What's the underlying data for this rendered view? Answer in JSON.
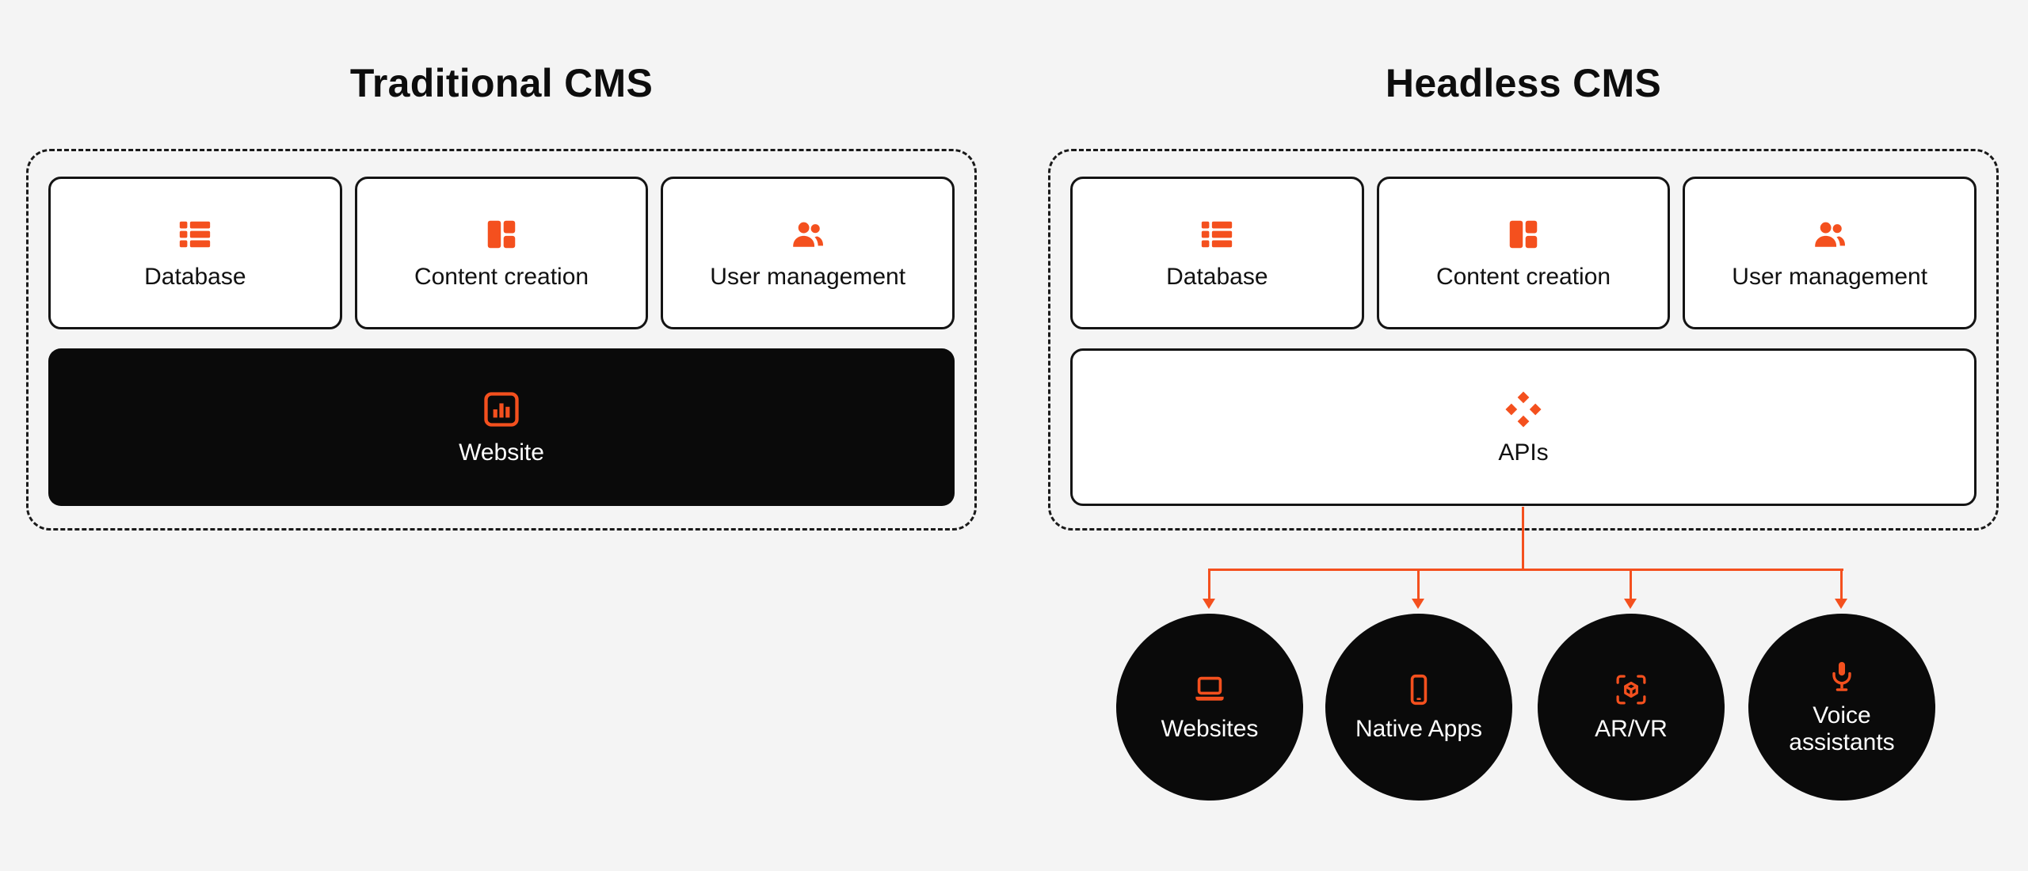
{
  "colors": {
    "background": "#f4f4f4",
    "accent": "#f4501e",
    "box_black": "#0a0a0a",
    "card_border": "#141414",
    "white": "#ffffff"
  },
  "left": {
    "title": "Traditional CMS",
    "boxes": [
      {
        "label": "Database",
        "icon": "table-rows-icon"
      },
      {
        "label": "Content creation",
        "icon": "layout-blocks-icon"
      },
      {
        "label": "User management",
        "icon": "users-icon"
      }
    ],
    "website": {
      "label": "Website",
      "icon": "bar-chart-icon"
    }
  },
  "right": {
    "title": "Headless CMS",
    "boxes": [
      {
        "label": "Database",
        "icon": "table-rows-icon"
      },
      {
        "label": "Content creation",
        "icon": "layout-blocks-icon"
      },
      {
        "label": "User management",
        "icon": "users-icon"
      }
    ],
    "apis": {
      "label": "APIs",
      "icon": "diamond-cluster-icon"
    },
    "channels": [
      {
        "label": "Websites",
        "icon": "laptop-icon"
      },
      {
        "label": "Native Apps",
        "icon": "smartphone-icon"
      },
      {
        "label": "AR/VR",
        "icon": "ar-cube-icon"
      },
      {
        "label": "Voice assistants",
        "icon": "microphone-icon"
      }
    ]
  }
}
